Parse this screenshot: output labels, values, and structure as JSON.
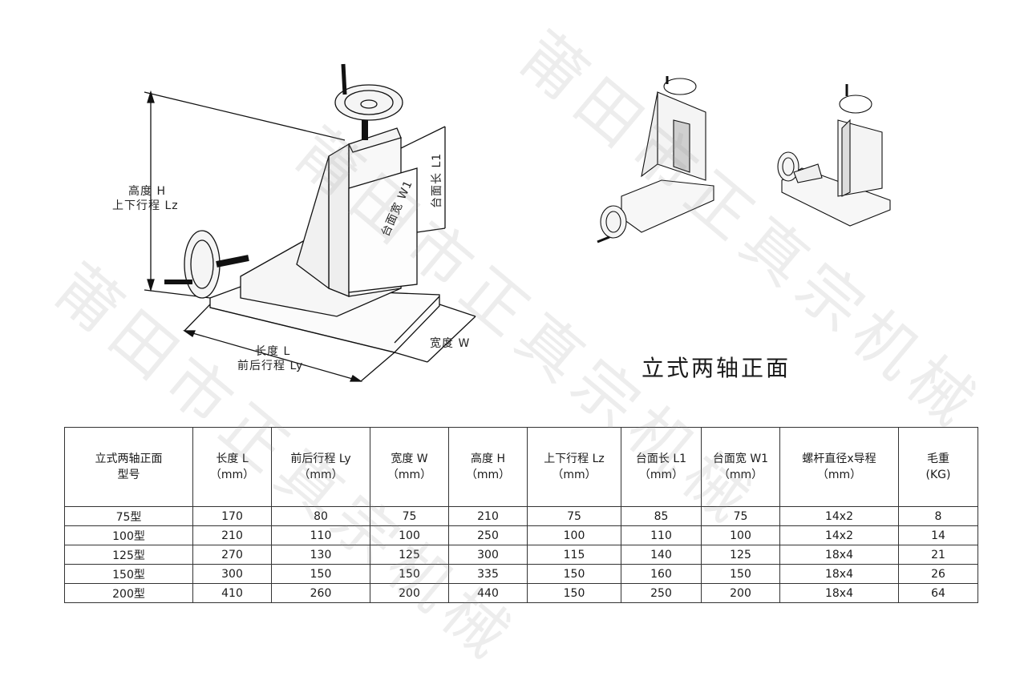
{
  "dims": {
    "height_h": "高度 H",
    "stroke_lz": "上下行程 Lz",
    "length_l": "长度 L",
    "stroke_ly": "前后行程 Ly",
    "width_w": "宽度 W",
    "table_width_w1": "台面宽 W1",
    "table_length_l1": "台面长 L1"
  },
  "view_title": "立式两轴正面",
  "table": {
    "headers": [
      {
        "line1": "立式两轴正面",
        "line2": "型号"
      },
      {
        "line1": "长度 L",
        "line2": "（mm）"
      },
      {
        "line1": "前后行程 Ly",
        "line2": "（mm）"
      },
      {
        "line1": "宽度 W",
        "line2": "（mm）"
      },
      {
        "line1": "高度 H",
        "line2": "（mm）"
      },
      {
        "line1": "上下行程 Lz",
        "line2": "（mm）"
      },
      {
        "line1": "台面长 L1",
        "line2": "（mm）"
      },
      {
        "line1": "台面宽 W1",
        "line2": "（mm）"
      },
      {
        "line1": "螺杆直径x导程",
        "line2": "（mm）"
      },
      {
        "line1": "毛重",
        "line2": "(KG)"
      }
    ],
    "rows": [
      [
        "75型",
        "170",
        "80",
        "75",
        "210",
        "75",
        "85",
        "75",
        "14x2",
        "8"
      ],
      [
        "100型",
        "210",
        "110",
        "100",
        "250",
        "100",
        "110",
        "100",
        "14x2",
        "14"
      ],
      [
        "125型",
        "270",
        "130",
        "125",
        "300",
        "115",
        "140",
        "125",
        "18x4",
        "21"
      ],
      [
        "150型",
        "300",
        "150",
        "150",
        "335",
        "150",
        "160",
        "150",
        "18x4",
        "26"
      ],
      [
        "200型",
        "410",
        "260",
        "200",
        "440",
        "150",
        "250",
        "200",
        "18x4",
        "64"
      ]
    ]
  },
  "watermark": "莆田市正真宗机械"
}
